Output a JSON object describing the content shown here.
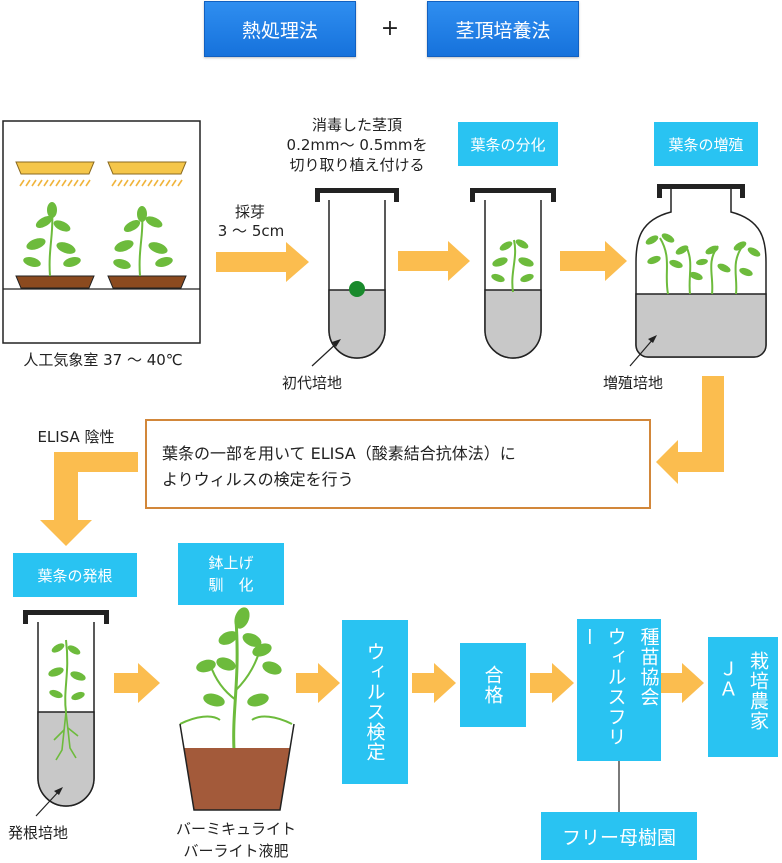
{
  "header": {
    "left_button": "熱処理法",
    "plus": "+",
    "right_button": "茎頂培養法"
  },
  "stage1": {
    "chamber_label": "人工気象室 37 ～ 40℃",
    "arrow_label_line1": "採芽",
    "arrow_label_line2": "3 ～ 5cm"
  },
  "stage2": {
    "caption_line1": "消毒した茎頂",
    "caption_line2": "0.2mm～ 0.5mmを",
    "caption_line3": "切り取り植え付ける",
    "medium_label": "初代培地"
  },
  "stage3": {
    "tag": "葉条の分化"
  },
  "stage4": {
    "tag": "葉条の増殖",
    "medium_label": "増殖培地"
  },
  "elisa": {
    "negative_label": "ELISA 陰性",
    "box_line1": "葉条の一部を用いて ELISA（酸素結合抗体法）に",
    "box_line2": "よりウィルスの検定を行う"
  },
  "stage5": {
    "tag": "葉条の発根",
    "medium_label": "発根培地"
  },
  "stage6": {
    "tag_line1": "鉢上げ",
    "tag_line2": "馴　化",
    "soil_line1": "バーミキュライト",
    "soil_line2": "バーライト液肥"
  },
  "flow": {
    "virus_test": "ウィルス検定",
    "pass": "合格",
    "association": "ウィルスフリー種苗協会",
    "assoc_col1": "ウィルスフリー",
    "assoc_col2": "種苗協会",
    "mother_garden": "フリー母樹園",
    "farmers_col1": "ＪＡ",
    "farmers_col2": "栽培農家"
  },
  "colors": {
    "blue_button": "#1b78e2",
    "cyan_tag": "#29c3f2",
    "arrow": "#fbbd4f",
    "box_border": "#d2873a",
    "medium_gray": "#c8c8c8",
    "leaf_green": "#6dbb3c",
    "soil_brown": "#a35a3a",
    "lamp_yellow": "#f5c64a"
  }
}
